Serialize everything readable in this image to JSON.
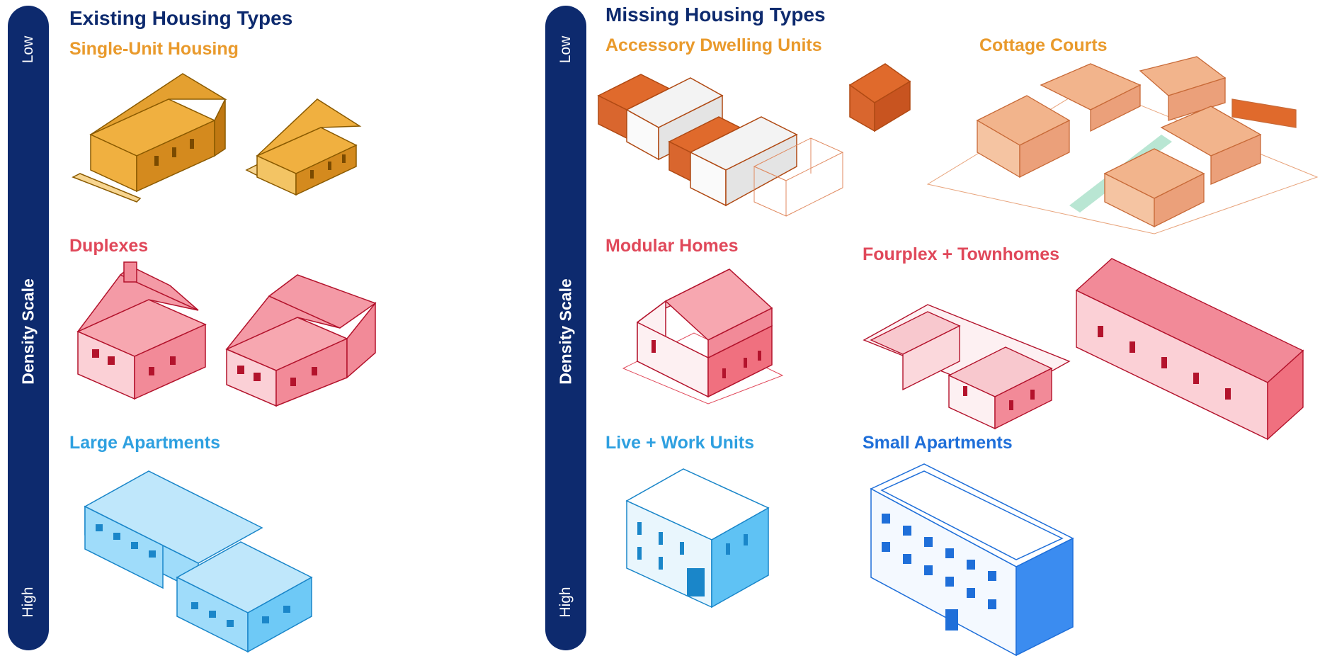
{
  "left_panel": {
    "heading": "Existing Housing Types",
    "scale": {
      "low": "Low",
      "title": "Density Scale",
      "high": "High"
    },
    "items": [
      {
        "label": "Single-Unit Housing",
        "color": "#e99a2c",
        "icon": "single-unit-houses-icon"
      },
      {
        "label": "Duplexes",
        "color": "#e0485a",
        "icon": "duplex-houses-icon"
      },
      {
        "label": "Large Apartments",
        "color": "#2ea0e0",
        "icon": "large-apartment-icon"
      }
    ]
  },
  "right_panel": {
    "heading": "Missing Housing Types",
    "scale": {
      "low": "Low",
      "title": "Density Scale",
      "high": "High"
    },
    "items": [
      {
        "label": "Accessory Dwelling Units",
        "color": "#e99a2c",
        "icon": "accessory-dwelling-units-icon"
      },
      {
        "label": "Cottage Courts",
        "color": "#e99a2c",
        "icon": "cottage-courts-icon"
      },
      {
        "label": "Modular Homes",
        "color": "#e0485a",
        "icon": "modular-home-icon"
      },
      {
        "label": "Fourplex + Townhomes",
        "color": "#e0485a",
        "icon": "fourplex-townhomes-icon"
      },
      {
        "label": "Live + Work Units",
        "color": "#2ea0e0",
        "icon": "live-work-units-icon"
      },
      {
        "label": "Small Apartments",
        "color": "#1f6fd9",
        "icon": "small-apartment-icon"
      }
    ]
  },
  "colors": {
    "navy": "#0d2a6e",
    "orange": "#e99a2c",
    "burnt_orange": "#d9662e",
    "peach": "#f2b48c",
    "red": "#e0485a",
    "pink_fill": "#f7a7b0",
    "light_blue": "#2ea0e0",
    "blue": "#1f6fd9",
    "cottage_path": "#b9e6d3"
  }
}
